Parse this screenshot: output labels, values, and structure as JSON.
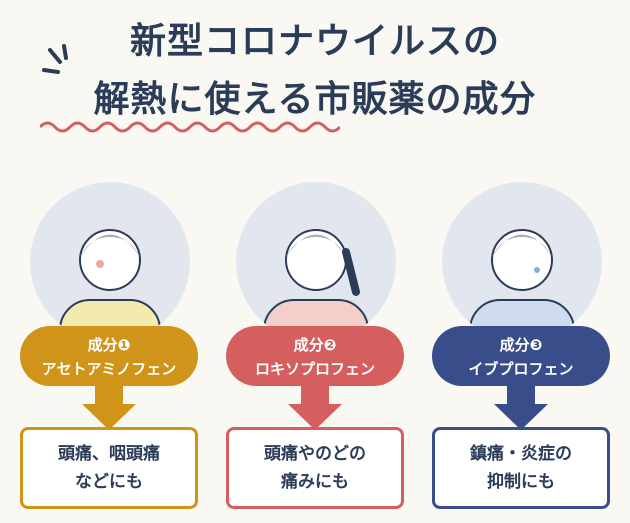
{
  "title": {
    "line1": "新型コロナウイルスの",
    "line2": "解熱に使える市販薬の成分"
  },
  "colors": {
    "accent1": "#d0941a",
    "accent2": "#d55f5f",
    "accent3": "#3a4d8b",
    "text": "#2b3c58"
  },
  "items": [
    {
      "label": "成分❶",
      "name": "アセトアミノフェン",
      "effect1": "頭痛、咽頭痛",
      "effect2": "などにも"
    },
    {
      "label": "成分❷",
      "name": "ロキソプロフェン",
      "effect1": "頭痛やのどの",
      "effect2": "痛みにも"
    },
    {
      "label": "成分❸",
      "name": "イブプロフェン",
      "effect1": "鎮痛・炎症の",
      "effect2": "抑制にも"
    }
  ]
}
